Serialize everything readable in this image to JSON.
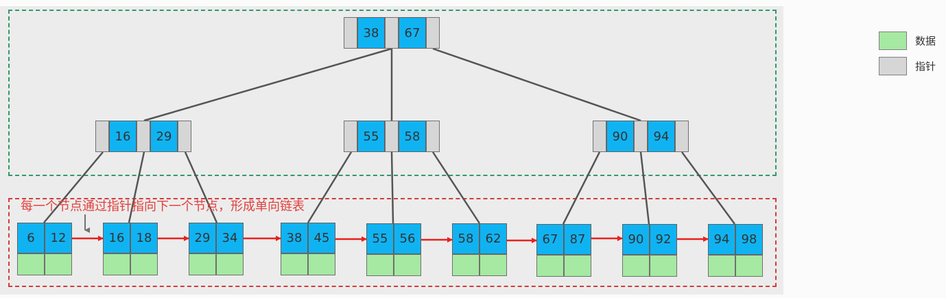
{
  "root": {
    "keys": [
      "38",
      "67"
    ]
  },
  "internal": [
    {
      "keys": [
        "16",
        "29"
      ]
    },
    {
      "keys": [
        "55",
        "58"
      ]
    },
    {
      "keys": [
        "90",
        "94"
      ]
    }
  ],
  "leaves": [
    {
      "keys": [
        "6",
        "12"
      ]
    },
    {
      "keys": [
        "16",
        "18"
      ]
    },
    {
      "keys": [
        "29",
        "34"
      ]
    },
    {
      "keys": [
        "38",
        "45"
      ]
    },
    {
      "keys": [
        "55",
        "56"
      ]
    },
    {
      "keys": [
        "58",
        "62"
      ]
    },
    {
      "keys": [
        "67",
        "87"
      ]
    },
    {
      "keys": [
        "90",
        "92"
      ]
    },
    {
      "keys": [
        "94",
        "98"
      ]
    }
  ],
  "caption": "每一个节点通过指针指向下一个节点，形成单向链表",
  "legend": {
    "data_label": "数据",
    "pointer_label": "指针"
  },
  "colors": {
    "key": "#10b3f2",
    "data": "#a6e9a2",
    "pointer": "#d6d6d6",
    "link_arrow": "#e8211e"
  }
}
